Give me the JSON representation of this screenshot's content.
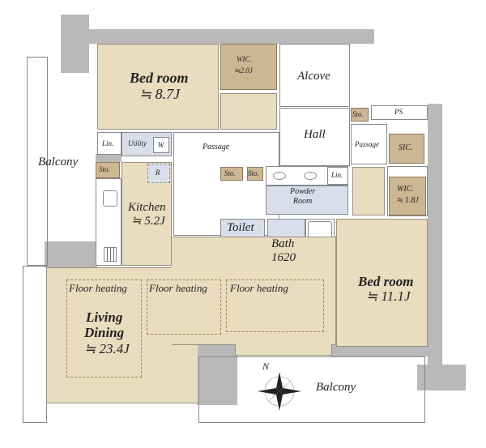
{
  "rooms": {
    "bedroom1": {
      "name": "Bed room",
      "area": "≒ 8.7J"
    },
    "wic1": {
      "name": "WIC.",
      "area": "≒2.0J"
    },
    "alcove": "Alcove",
    "hall": "Hall",
    "passage_main": "Passage",
    "passage_right": "Passage",
    "balcony_left": "Balcony",
    "balcony_bottom": "Balcony",
    "lin1": "Lin.",
    "utility": "Utility",
    "washer": "W",
    "sto1": "Sto.",
    "fridge": "R",
    "kitchen": {
      "name": "Kitchen",
      "area": "≒ 5.2J"
    },
    "sto2": "Sto.",
    "sto3": "Sto.",
    "sto4": "Sto.",
    "powder": "Powder\nRoom",
    "lin2": "Lin.",
    "toilet": "Toilet",
    "bath": {
      "name": "Bath",
      "size": "1620"
    },
    "ps": "PS",
    "sic": "SIC.",
    "wic2": {
      "name": "WIC.",
      "area": "≒ 1.8J"
    },
    "bedroom2": {
      "name": "Bed room",
      "area": "≒ 11.1J"
    },
    "living": {
      "name1": "Living",
      "name2": "Dining",
      "area": "≒ 23.4J"
    },
    "floor_heating": [
      "Floor heating",
      "Floor heating",
      "Floor heating"
    ],
    "north": "N"
  }
}
